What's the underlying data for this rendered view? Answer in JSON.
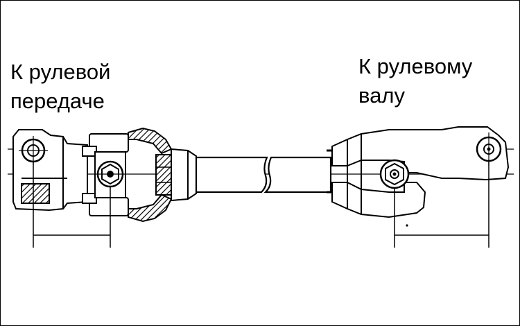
{
  "labels": {
    "left_line1": "К рулевой",
    "left_line2": "передаче",
    "right_line1": "К рулевому",
    "right_line2": "валу"
  }
}
